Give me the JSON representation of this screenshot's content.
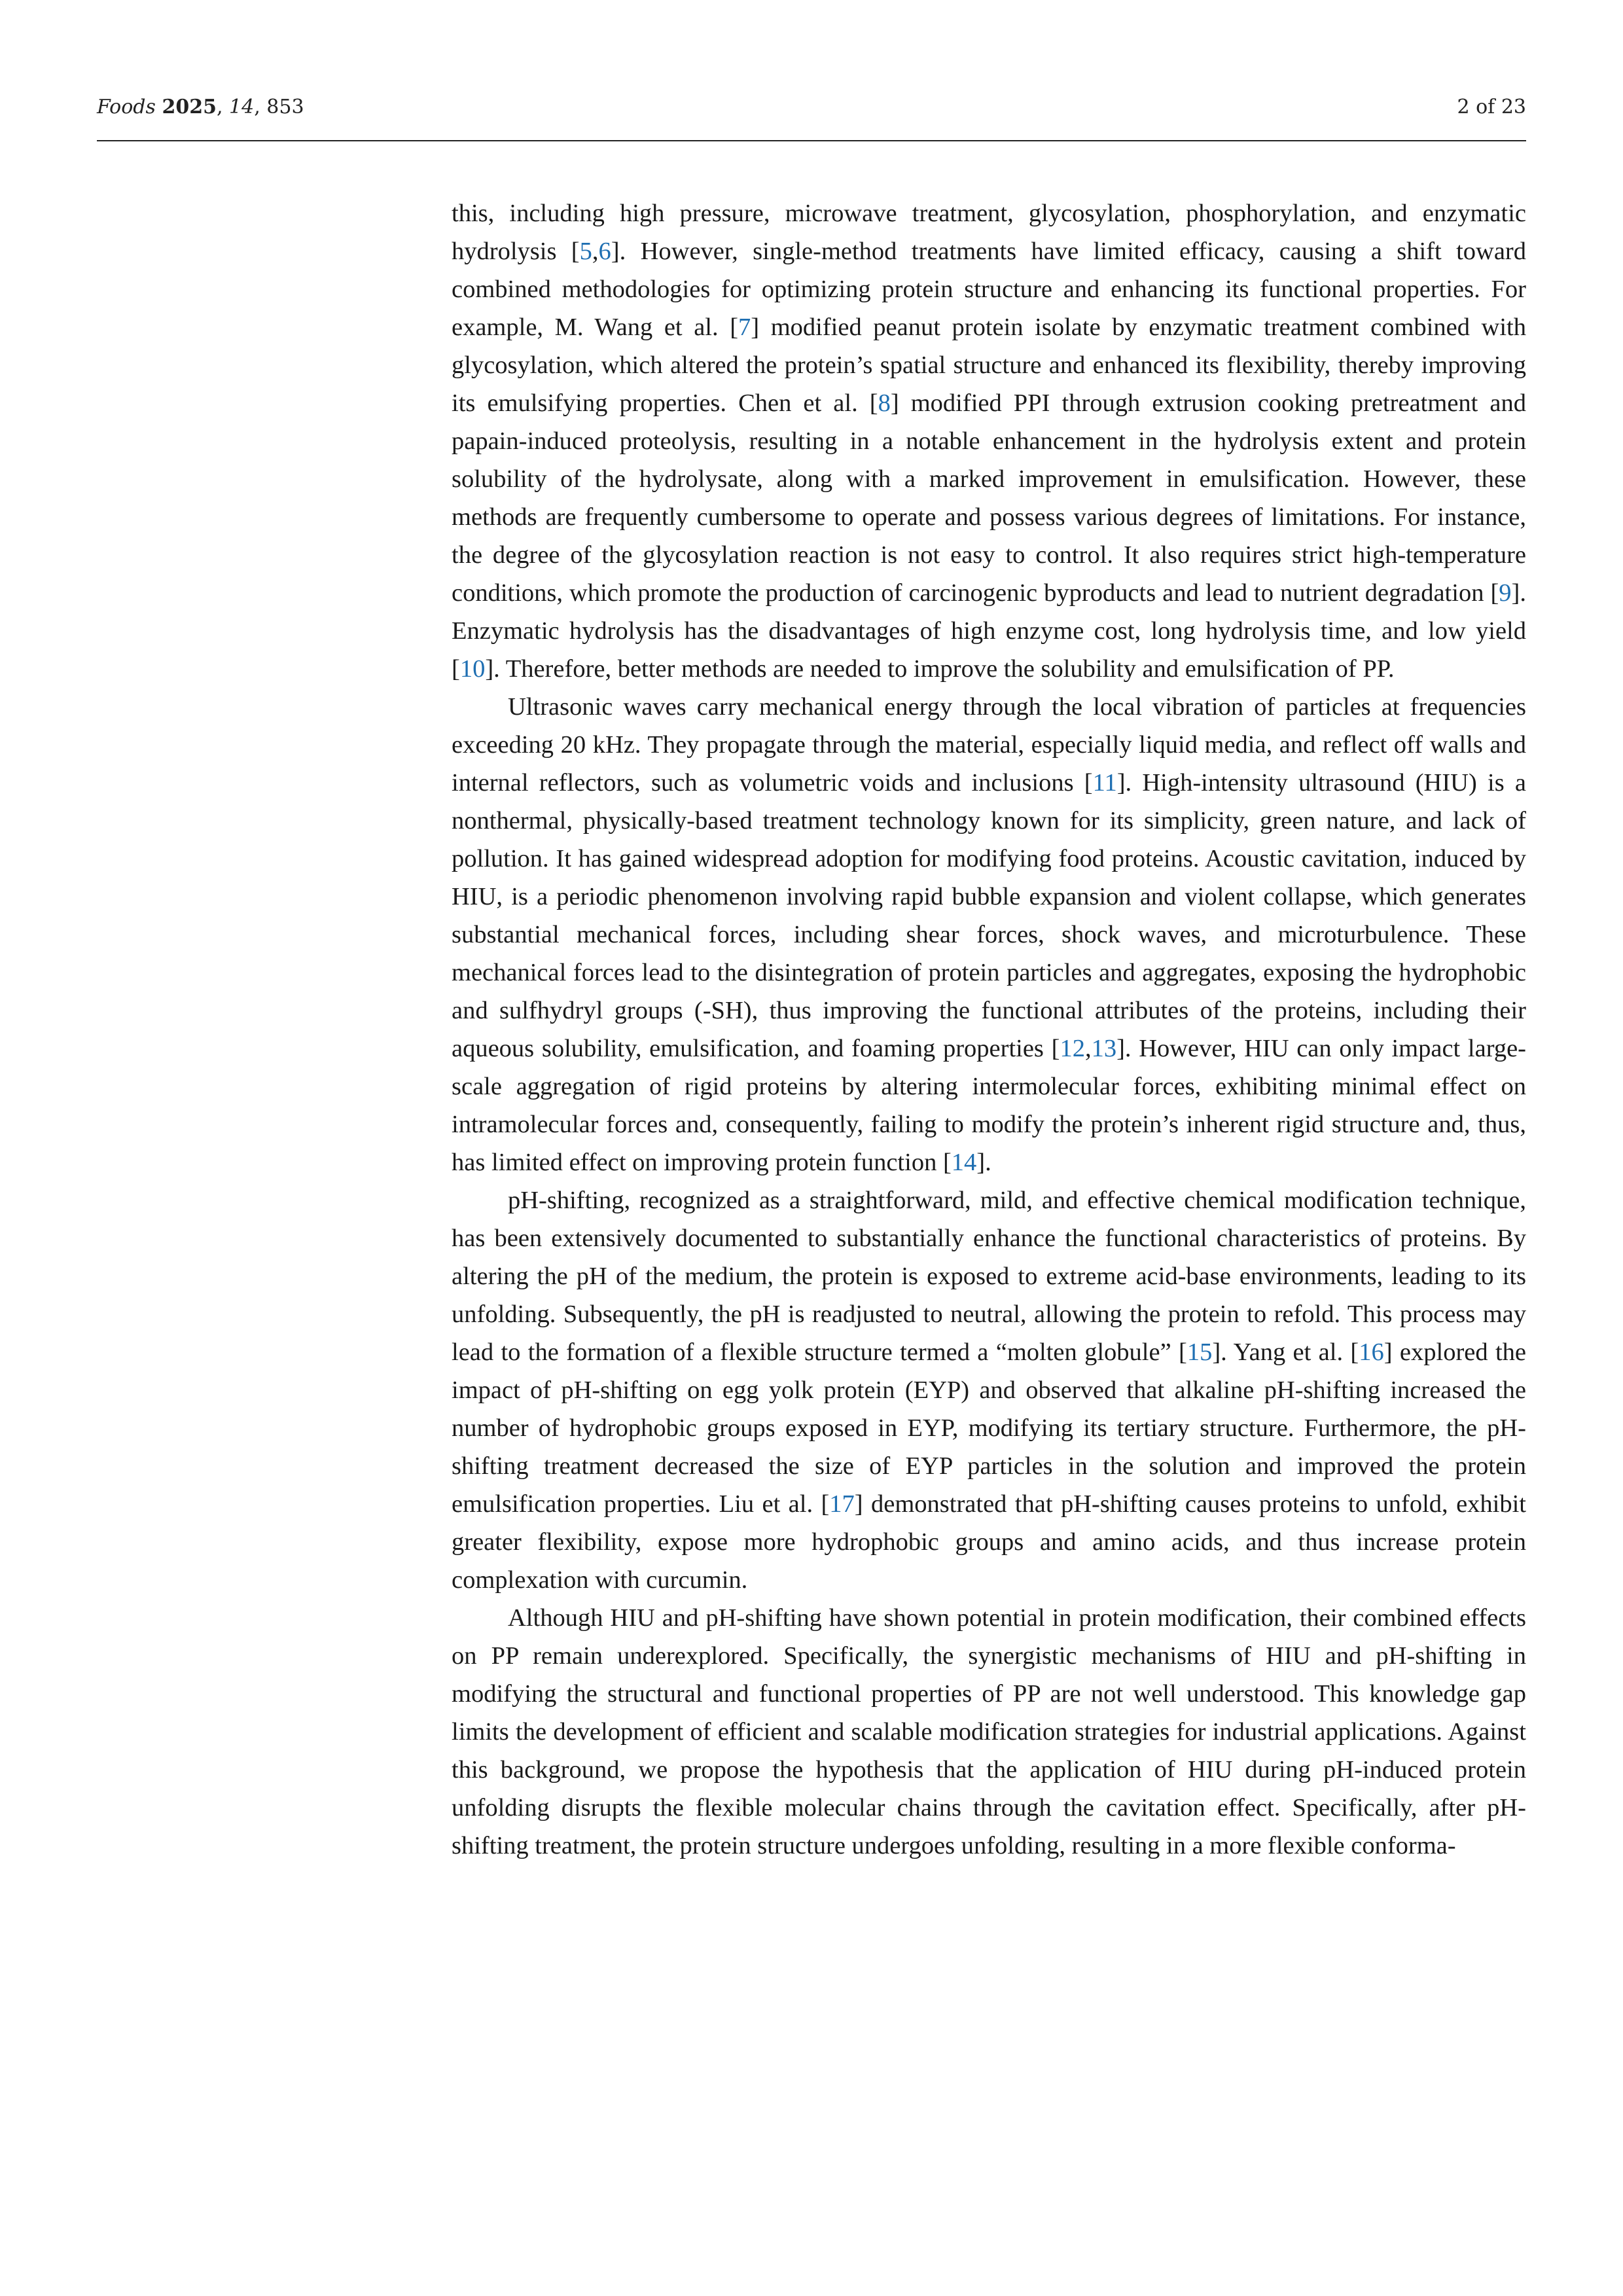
{
  "running_head": {
    "journal": "Foods",
    "year": "2025",
    "volume": "14",
    "article": "853",
    "page_number": "2 of 23"
  },
  "body": {
    "paragraphs": [
      [
        {
          "t": "this, including high pressure, microwave treatment, glycosylation, phosphorylation, and enzymatic hydrolysis ["
        },
        {
          "r": "5"
        },
        {
          "t": ","
        },
        {
          "r": "6"
        },
        {
          "t": "]. However, single-method treatments have limited efficacy, causing a shift toward combined methodologies for optimizing protein structure and enhancing its functional properties. For example, M. Wang et al. ["
        },
        {
          "r": "7"
        },
        {
          "t": "] modified peanut protein isolate by enzymatic treatment combined with glycosylation, which altered the protein’s spatial structure and enhanced its flexibility, thereby improving its emulsifying properties. Chen et al. ["
        },
        {
          "r": "8"
        },
        {
          "t": "] modified PPI through extrusion cooking pretreatment and papain-induced proteolysis, resulting in a notable enhancement in the hydrolysis extent and protein solubility of the hydrolysate, along with a marked improvement in emulsification. However, these methods are frequently cumbersome to operate and possess various degrees of limitations. For instance, the degree of the glycosylation reaction is not easy to control. It also requires strict high-temperature conditions, which promote the production of carcinogenic byproducts and lead to nutrient degradation ["
        },
        {
          "r": "9"
        },
        {
          "t": "]. Enzymatic hydrolysis has the disadvantages of high enzyme cost, long hydrolysis time, and low yield ["
        },
        {
          "r": "10"
        },
        {
          "t": "]. Therefore, better methods are needed to improve the solubility and emulsification of PP."
        }
      ],
      [
        {
          "t": "Ultrasonic waves carry mechanical energy through the local vibration of particles at frequencies exceeding 20 kHz. They propagate through the material, especially liquid media, and reflect off walls and internal reflectors, such as volumetric voids and inclusions ["
        },
        {
          "r": "11"
        },
        {
          "t": "]. High-intensity ultrasound (HIU) is a nonthermal, physically-based treatment technology known for its simplicity, green nature, and lack of pollution. It has gained widespread adoption for modifying food proteins. Acoustic cavitation, induced by HIU, is a periodic phenomenon involving rapid bubble expansion and violent collapse, which generates substantial mechanical forces, including shear forces, shock waves, and microturbulence. These mechanical forces lead to the disintegration of protein particles and aggregates, exposing the hydrophobic and sulfhydryl groups (-SH), thus improving the functional attributes of the proteins, including their aqueous solubility, emulsification, and foaming properties ["
        },
        {
          "r": "12"
        },
        {
          "t": ","
        },
        {
          "r": "13"
        },
        {
          "t": "]. However, HIU can only impact large-scale aggregation of rigid proteins by altering intermolecular forces, exhibiting minimal effect on intramolecular forces and, consequently, failing to modify the protein’s inherent rigid structure and, thus, has limited effect on improving protein function ["
        },
        {
          "r": "14"
        },
        {
          "t": "]."
        }
      ],
      [
        {
          "t": "pH-shifting, recognized as a straightforward, mild, and effective chemical modification technique, has been extensively documented to substantially enhance the functional characteristics of proteins. By altering the pH of the medium, the protein is exposed to extreme acid-base environments, leading to its unfolding. Subsequently, the pH is readjusted to neutral, allowing the protein to refold. This process may lead to the formation of a flexible structure termed a “molten globule” ["
        },
        {
          "r": "15"
        },
        {
          "t": "]. Yang et al. ["
        },
        {
          "r": "16"
        },
        {
          "t": "] explored the impact of pH-shifting on egg yolk protein (EYP) and observed that alkaline pH-shifting increased the number of hydrophobic groups exposed in EYP, modifying its tertiary structure. Furthermore, the pH-shifting treatment decreased the size of EYP particles in the solution and improved the protein emulsification properties. Liu et al. ["
        },
        {
          "r": "17"
        },
        {
          "t": "] demonstrated that pH-shifting causes proteins to unfold, exhibit greater flexibility, expose more hydrophobic groups and amino acids, and thus increase protein complexation with curcumin."
        }
      ],
      [
        {
          "t": "Although HIU and pH-shifting have shown potential in protein modification, their combined effects on PP remain underexplored. Specifically, the synergistic mechanisms of HIU and pH-shifting in modifying the structural and functional properties of PP are not well understood. This knowledge gap limits the development of efficient and scalable modification strategies for industrial applications. Against this background, we propose the hypothesis that the application of HIU during pH-induced protein unfolding disrupts the flexible molecular chains through the cavitation effect. Specifically, after pH-shifting treatment, the protein structure undergoes unfolding, resulting in a more flexible conforma-"
        }
      ]
    ]
  }
}
